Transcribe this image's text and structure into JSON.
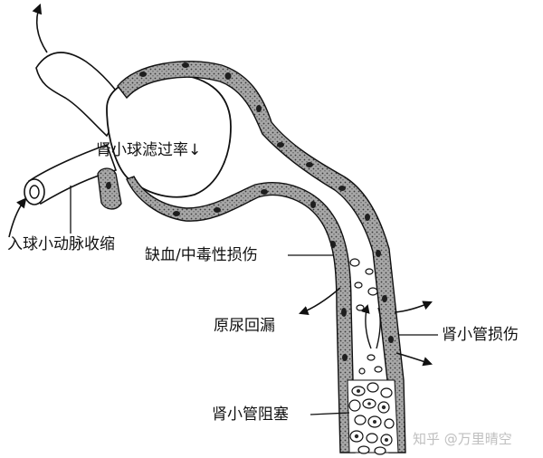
{
  "labels": {
    "gfr": "肾小球滤过率↓",
    "afferent": "入球小动脉收缩",
    "ischemia": "缺血/中毒性损伤",
    "backleak": "原尿回漏",
    "tubular_injury": "肾小管损伤",
    "obstruction": "肾小管阻塞"
  },
  "watermark": "知乎 @万里晴空",
  "colors": {
    "ink": "#111111",
    "cell_fill": "#9a9a9a",
    "nucleus": "#1e1e1e",
    "debris": "#2a2a2a"
  }
}
